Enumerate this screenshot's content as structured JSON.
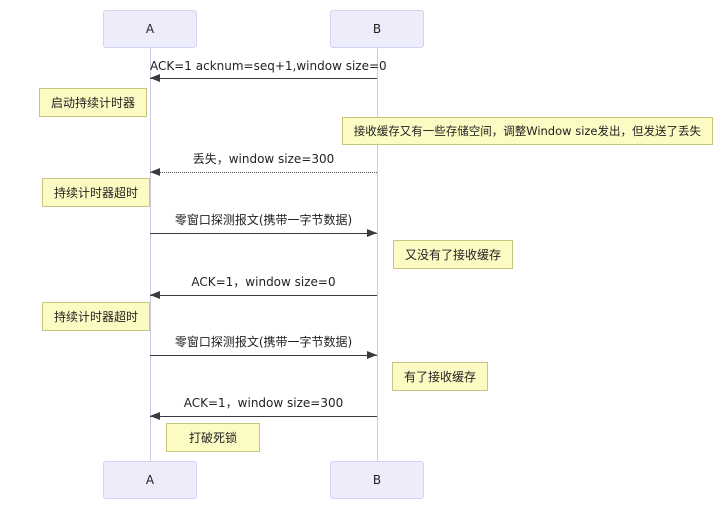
{
  "diagram": {
    "type": "sequence",
    "background": "#ffffff",
    "colors": {
      "actor_fill": "#ececfa",
      "actor_border": "#d3d3f0",
      "lifeline": "#cbcbdf",
      "note_fill": "#fcfbc3",
      "note_border": "#c6c67e",
      "arrow": "#3b3b3b",
      "text": "#222222"
    },
    "actors": {
      "a": "A",
      "b": "B"
    },
    "messages": [
      {
        "from": "B",
        "to": "A",
        "style": "solid",
        "label": "ACK=1 acknum=seq+1,window size=0"
      },
      {
        "from": "B",
        "to": "A",
        "style": "dotted",
        "label": "丢失，window size=300"
      },
      {
        "from": "A",
        "to": "B",
        "style": "solid",
        "label": "零窗口探测报文(携带一字节数据)"
      },
      {
        "from": "B",
        "to": "A",
        "style": "solid",
        "label": "ACK=1，window size=0"
      },
      {
        "from": "A",
        "to": "B",
        "style": "solid",
        "label": "零窗口探测报文(携带一字节数据)"
      },
      {
        "from": "B",
        "to": "A",
        "style": "solid",
        "label": "ACK=1，window size=300"
      }
    ],
    "notes": [
      {
        "side": "left-of-A",
        "text": "启动持续计时器"
      },
      {
        "side": "right-of-B",
        "text": "接收缓存又有一些存储空间，调整Window size发出，但发送了丢失"
      },
      {
        "side": "left-of-A",
        "text": "持续计时器超时"
      },
      {
        "side": "right-of-B",
        "text": "又没有了接收缓存"
      },
      {
        "side": "left-of-A",
        "text": "持续计时器超时"
      },
      {
        "side": "right-of-B",
        "text": "有了接收缓存"
      },
      {
        "side": "right-of-A",
        "text": "打破死锁"
      }
    ]
  }
}
